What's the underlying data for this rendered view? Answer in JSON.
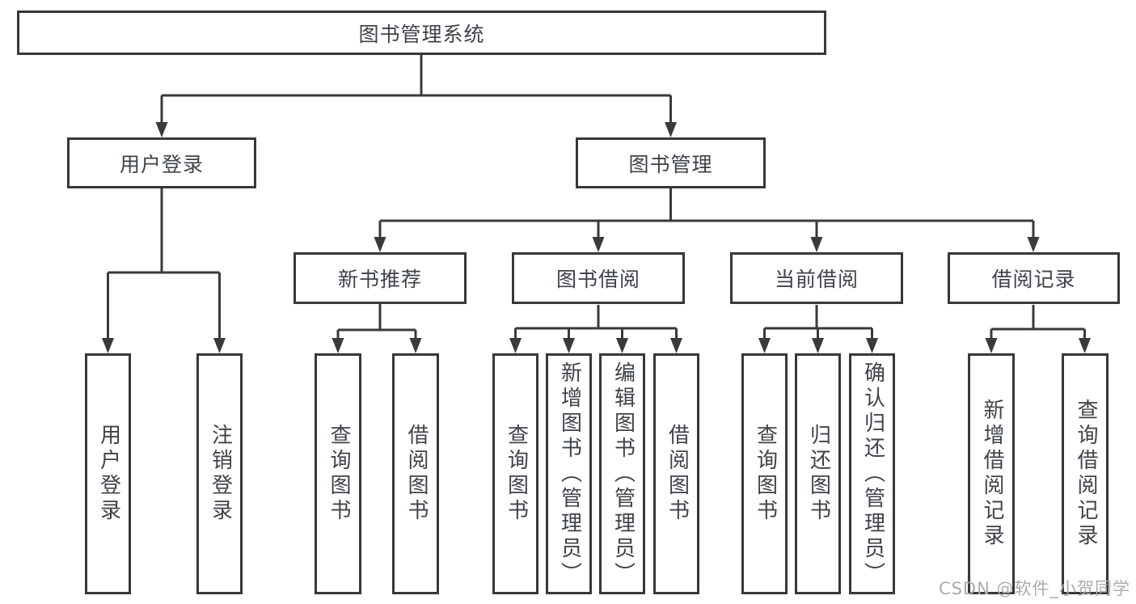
{
  "colors": {
    "line": "#3a3a3a",
    "box_border": "#383838",
    "text": "#3e434a",
    "background": "#ffffff",
    "watermark": "#acacac"
  },
  "watermark": {
    "text": "CSDN @软件_小贺同学"
  },
  "tree": {
    "label": "图书管理系统",
    "children": [
      {
        "label": "用户登录",
        "children": [
          {
            "label": "用户登录"
          },
          {
            "label": "注销登录"
          }
        ]
      },
      {
        "label": "图书管理",
        "children": [
          {
            "label": "新书推荐",
            "children": [
              {
                "label": "查询图书"
              },
              {
                "label": "借阅图书"
              }
            ]
          },
          {
            "label": "图书借阅",
            "children": [
              {
                "label": "查询图书"
              },
              {
                "label": "新增图书（管理员）"
              },
              {
                "label": "编辑图书（管理员）"
              },
              {
                "label": "借阅图书"
              }
            ]
          },
          {
            "label": "当前借阅",
            "children": [
              {
                "label": "查询图书"
              },
              {
                "label": "归还图书"
              },
              {
                "label": "确认归还（管理员）"
              }
            ]
          },
          {
            "label": "借阅记录",
            "children": [
              {
                "label": "新增借阅记录"
              },
              {
                "label": "查询借阅记录"
              }
            ]
          }
        ]
      }
    ]
  }
}
